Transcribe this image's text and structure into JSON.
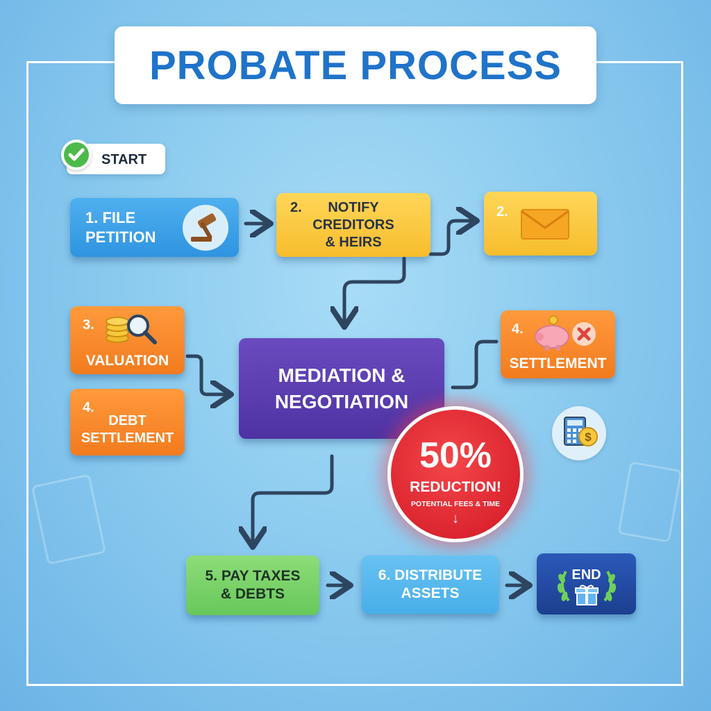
{
  "title": "PROBATE PROCESS",
  "start": {
    "label": "START",
    "icon": "checkmark-icon"
  },
  "steps": {
    "file_petition": {
      "label": "1. FILE\nPETITION",
      "icon": "gavel-icon"
    },
    "notify": {
      "num": "2.",
      "label": "NOTIFY\nCREDITORS\n& HEIRS"
    },
    "notify_mail": {
      "num": "2.",
      "icon": "envelope-icon"
    },
    "valuation": {
      "num": "3.",
      "label": "VALUATION",
      "icon": "coins-magnifier-icon"
    },
    "debt_settlement": {
      "num": "4.",
      "label": "DEBT\nSETTLEMENT"
    },
    "mediation": {
      "label": "MEDIATION &\nNEGOTIATION"
    },
    "settlement": {
      "num": "4.",
      "label": "SETTLEMENT",
      "icon": "piggy-bank-icon"
    },
    "pay_taxes": {
      "label": "5. PAY TAXES\n& DEBTS"
    },
    "distribute": {
      "label": "6. DISTRIBUTE\nASSETS"
    },
    "end": {
      "label": "END",
      "icon": "gift-icon"
    }
  },
  "badge": {
    "percent": "50%",
    "headline": "REDUCTION!",
    "subtext": "POTENTIAL FEES & TIME",
    "arrow": "↓"
  },
  "calculator": {
    "icon": "calculator-dollar-icon"
  },
  "colors": {
    "title": "#1f73c9",
    "blue": "#3aa0e8",
    "yellow": "#fbc93f",
    "orange": "#f58a2c",
    "purple": "#5a3db0",
    "green": "#79d26a",
    "navy": "#234aa3",
    "badge": "#e02a33",
    "arrow": "#2e4560"
  }
}
